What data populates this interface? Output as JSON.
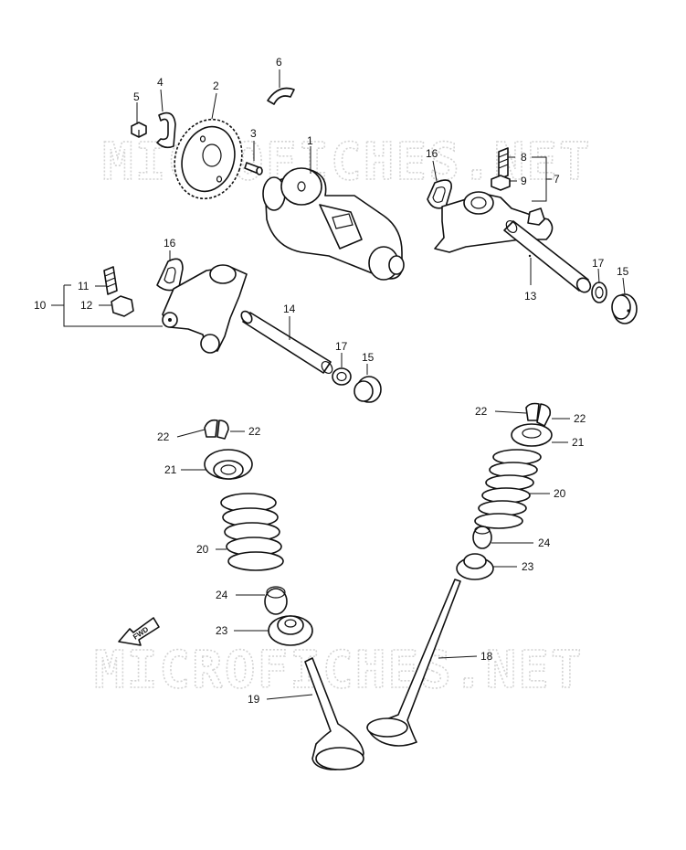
{
  "watermark": "MICROFICHES.NET",
  "fwd_label": "FWD",
  "callouts": {
    "c1": "1",
    "c2": "2",
    "c3": "3",
    "c4": "4",
    "c5": "5",
    "c6": "6",
    "c7": "7",
    "c8": "8",
    "c9": "9",
    "c10": "10",
    "c11": "11",
    "c12": "12",
    "c13": "13",
    "c14": "14",
    "c15a": "15",
    "c15b": "15",
    "c16a": "16",
    "c16b": "16",
    "c17a": "17",
    "c17b": "17",
    "c18": "18",
    "c19": "19",
    "c20a": "20",
    "c20b": "20",
    "c21a": "21",
    "c21b": "21",
    "c22a": "22",
    "c22b": "22",
    "c22c": "22",
    "c22d": "22",
    "c23a": "23",
    "c23b": "23",
    "c24a": "24",
    "c24b": "24"
  }
}
